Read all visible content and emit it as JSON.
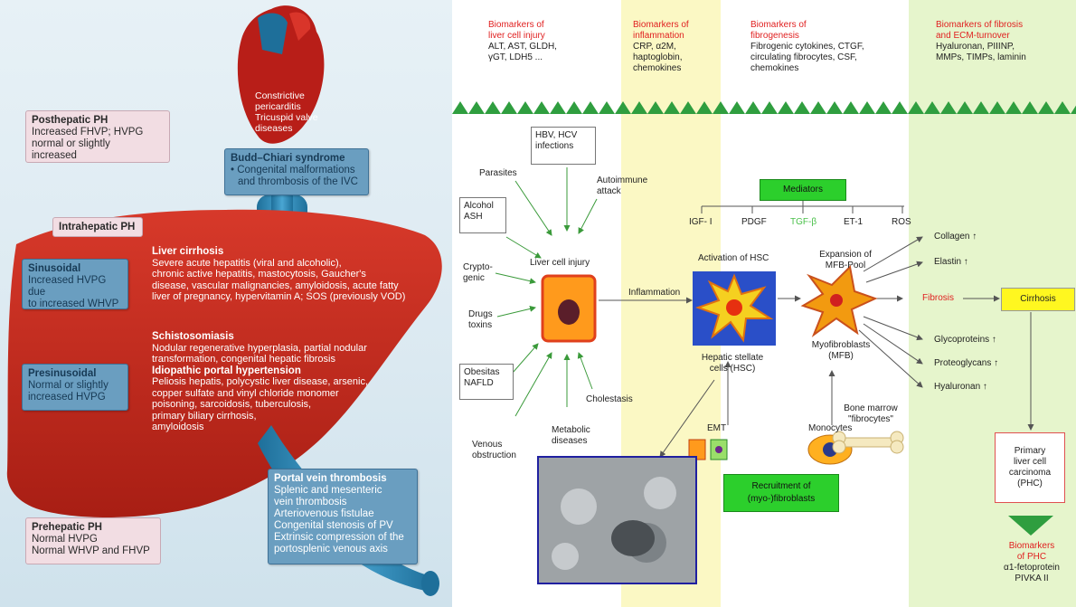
{
  "left": {
    "posthepatic": {
      "title": "Posthepatic PH",
      "lines": [
        "Increased FHVP; HVPG",
        "normal or slightly",
        "increased"
      ]
    },
    "heart_text": [
      "Constrictive",
      "pericarditis",
      "Tricuspid valve",
      "diseases"
    ],
    "budd_chiari": {
      "title": "Budd–Chiari syndrome",
      "lines": [
        "• Congenital malformations",
        "and thrombosis of the IVC"
      ]
    },
    "intrahepatic": "Intrahepatic PH",
    "sinusoidal": {
      "title": "Sinusoidal",
      "lines": [
        "Increased HVPG due",
        "to increased WHVP"
      ]
    },
    "presinusoidal": {
      "title": "Presinusoidal",
      "lines": [
        "Normal or slightly",
        "increased HVPG"
      ]
    },
    "prehepatic": {
      "title": "Prehepatic PH",
      "lines": [
        "Normal HVPG",
        "Normal WHVP and FHVP"
      ]
    },
    "cirrhosis": {
      "title": "Liver cirrhosis",
      "lines": [
        "Severe acute hepatitis (viral and alcoholic),",
        "chronic active hepatitis, mastocytosis, Gaucher's",
        "disease, vascular malignancies, amyloidosis, acute fatty",
        "liver of pregnancy, hypervitamin A; SOS (previously VOD)"
      ]
    },
    "schisto": {
      "title": "Schistosomiasis",
      "lines": [
        "Nodular regenerative hyperplasia, partial nodular",
        "transformation, congenital hepatic fibrosis"
      ]
    },
    "idiopathic": {
      "title": "Idiopathic portal hypertension",
      "lines": [
        "Peliosis hepatis, polycystic liver disease, arsenic,",
        "copper sulfate and vinyl chloride monomer",
        "poisoning, sarcoidosis, tuberculosis,",
        "primary biliary cirrhosis,",
        "amyloidosis"
      ]
    },
    "portal_vein": {
      "title": "Portal vein thrombosis",
      "lines": [
        "Splenic and mesenteric",
        "vein thrombosis",
        "Arteriovenous fistulae",
        "Congenital stenosis of PV",
        "Extrinsic compression of the",
        "portosplenic venous axis"
      ]
    }
  },
  "right": {
    "bm_injury": {
      "title": [
        "Biomarkers of",
        "liver cell injury"
      ],
      "lines": [
        "ALT, AST, GLDH,",
        "γGT, LDH5 ..."
      ]
    },
    "bm_inflammation": {
      "title": [
        "Biomarkers of",
        "inflammation"
      ],
      "lines": [
        "CRP, α2M,",
        "haptoglobin,",
        "chemokines"
      ]
    },
    "bm_fibrogenesis": {
      "title": [
        "Biomarkers of",
        "fibrogenesis"
      ],
      "lines": [
        "Fibrogenic cytokines, CTGF,",
        "circulating fibrocytes, CSF,",
        "chemokines"
      ]
    },
    "bm_fibrosis": {
      "title": [
        "Biomarkers of fibrosis",
        "and ECM-turnover"
      ],
      "lines": [
        "Hyaluronan, PIIINP,",
        "MMPs, TIMPs, laminin"
      ]
    },
    "hbv": [
      "HBV, HCV",
      "infections"
    ],
    "parasites": "Parasites",
    "autoimmune": [
      "Autoimmune",
      "attack"
    ],
    "alcohol": [
      "Alcohol",
      "ASH"
    ],
    "cryptogenic": [
      "Crypto-",
      "genic"
    ],
    "drugs": [
      "Drugs",
      "toxins"
    ],
    "obesitas": [
      "Obesitas",
      "NAFLD"
    ],
    "venous": [
      "Venous",
      "obstruction"
    ],
    "metabolic": [
      "Metabolic",
      "diseases"
    ],
    "cholestasis": "Cholestasis",
    "liver_cell_injury": "Liver cell injury",
    "inflammation": "Inflammation",
    "activation_hsc": "Activation of HSC",
    "hsc": [
      "Hepatic stellate",
      "cells (HSC)"
    ],
    "mediators": "Mediators",
    "mediator_list": [
      "IGF- I",
      "PDGF",
      "TGF-β",
      "ET-1",
      "ROS"
    ],
    "expansion": [
      "Expansion of",
      "MFB-Pool"
    ],
    "myofibro": [
      "Myofibroblasts",
      "(MFB)"
    ],
    "fibrosis": "Fibrosis",
    "cirrhosis": "Cirrhosis",
    "outputs": [
      "Collagen ↑",
      "Elastin ↑",
      "Glycoproteins ↑",
      "Proteoglycans ↑",
      "Hyaluronan ↑"
    ],
    "emt": "EMT",
    "monocytes": "Monocytes",
    "bone_marrow": [
      "Bone marrow",
      "\"fibrocytes\""
    ],
    "recruitment": [
      "Recruitment of",
      "(myo-)fibroblasts"
    ],
    "phc": [
      "Primary",
      "liver cell",
      "carcinoma",
      "(PHC)"
    ],
    "bm_phc": {
      "title": [
        "Biomarkers",
        "of PHC"
      ],
      "lines": [
        "α1-fetoprotein",
        "PIVKA II"
      ]
    }
  },
  "colors": {
    "liver": "#c8281c",
    "bluebox": "#6a9ec0",
    "pinkbox": "#f2dde3",
    "yellow_band": "#fbf8c4",
    "green_band": "#e6f5cc",
    "mediators_green": "#2ccf2c",
    "triangle_green": "#2f9e3f",
    "biomarker_red": "#e02020"
  }
}
